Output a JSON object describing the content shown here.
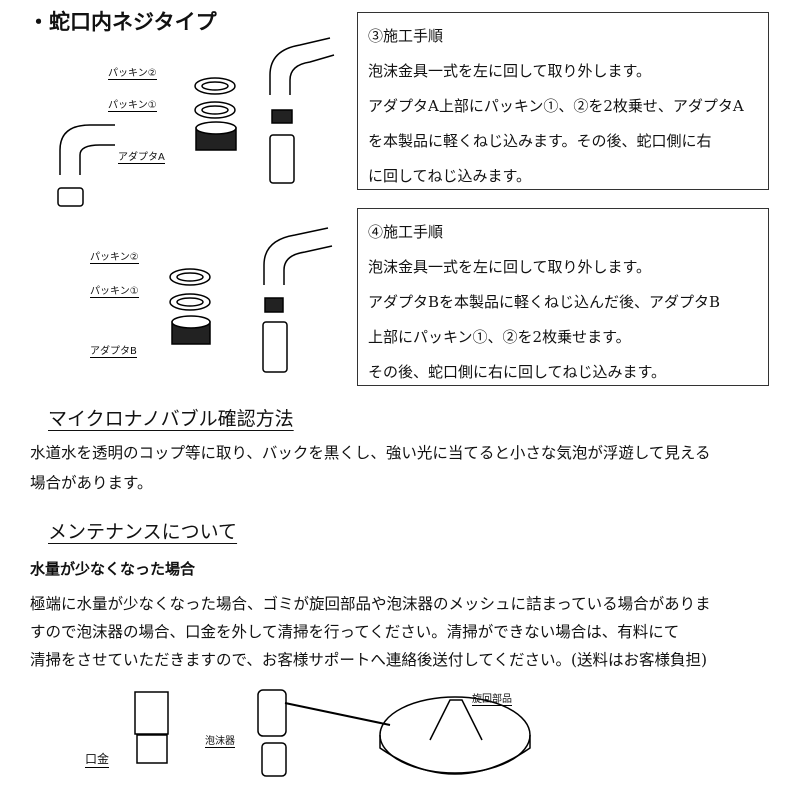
{
  "title": "・蛇口内ネジタイプ",
  "step3": {
    "heading": "③施工手順",
    "lines": [
      "泡沫金具一式を左に回して取り外します。",
      "アダプタA上部にパッキン①、②を2枚乗せ、アダプタA",
      "を本製品に軽くねじ込みます。その後、蛇口側に右",
      "に回してねじ込みます。"
    ]
  },
  "step4": {
    "heading": "④施工手順",
    "lines": [
      "泡沫金具一式を左に回して取り外します。",
      "アダプタBを本製品に軽くねじ込んだ後、アダプタB",
      "上部にパッキン①、②を2枚乗せます。",
      "その後、蛇口側に右に回してねじ込みます。"
    ]
  },
  "diagram_a": {
    "packing2": "パッキン②",
    "packing1": "パッキン①",
    "adapter": "アダプタA"
  },
  "diagram_b": {
    "packing2": "パッキン②",
    "packing1": "パッキン①",
    "adapter": "アダプタB"
  },
  "bubble": {
    "heading": "マイクロナノバブル確認方法",
    "lines": [
      "水道水を透明のコップ等に取り、バックを黒くし、強い光に当てると小さな気泡が浮遊して見える",
      "場合があります。"
    ]
  },
  "maintenance": {
    "heading": "メンテナンスについて",
    "subheading": "水量が少なくなった場合",
    "lines": [
      "極端に水量が少なくなった場合、ゴミが旋回部品や泡沫器のメッシュに詰まっている場合がありま",
      "すので泡沫器の場合、口金を外して清掃を行ってください。清掃ができない場合は、有料にて",
      "清掃をさせていただきますので、お客様サポートへ連絡後送付してください。(送料はお客様負担)"
    ]
  },
  "parts": {
    "mouthpiece": "口金",
    "aerator": "泡沫器",
    "swirl": "旋回部品"
  }
}
